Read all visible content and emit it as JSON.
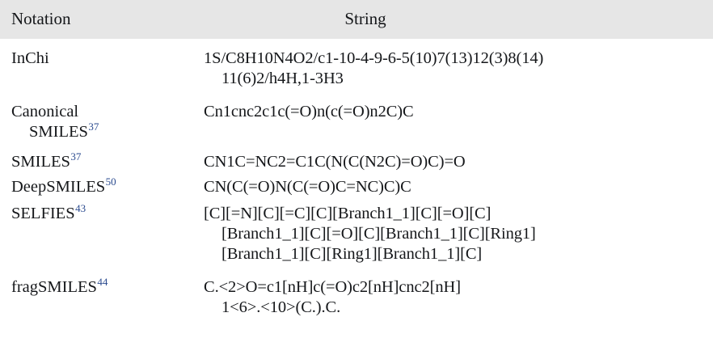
{
  "table": {
    "header": {
      "notation": "Notation",
      "string": "String",
      "background_color": "#e6e6e6"
    },
    "reference_color": "#2b4b8f",
    "rows": [
      {
        "id": "inchi",
        "label": "InChi",
        "label_line2": "",
        "reference": "",
        "string_lines": [
          "1S/C8H10N4O2/c1-10-4-9-6-5(10)7(13)12(3)8(14)",
          "11(6)2/h4H,1-3H3"
        ]
      },
      {
        "id": "canonical-smiles",
        "label": "Canonical",
        "label_line2": "SMILES",
        "reference": "37",
        "string_lines": [
          "Cn1cnc2c1c(=O)n(c(=O)n2C)C"
        ]
      },
      {
        "id": "smiles",
        "label": "SMILES",
        "label_line2": "",
        "reference": "37",
        "string_lines": [
          "CN1C=NC2=C1C(N(C(N2C)=O)C)=O"
        ]
      },
      {
        "id": "deepsmiles",
        "label": "DeepSMILES",
        "label_line2": "",
        "reference": "50",
        "string_lines": [
          "CN(C(=O)N(C(=O)C=NC)C)C"
        ]
      },
      {
        "id": "selfies",
        "label": "SELFIES",
        "label_line2": "",
        "reference": "43",
        "string_lines": [
          "[C][=N][C][=C][C][Branch1_1][C][=O][C]",
          "[Branch1_1][C][=O][C][Branch1_1][C][Ring1]",
          "[Branch1_1][C][Ring1][Branch1_1][C]"
        ]
      },
      {
        "id": "fragsmiles",
        "label": "fragSMILES",
        "label_line2": "",
        "reference": "44",
        "string_lines": [
          "C.<2>O=c1[nH]c(=O)c2[nH]cnc2[nH]",
          "1<6>.<10>(C.).C."
        ]
      }
    ]
  }
}
